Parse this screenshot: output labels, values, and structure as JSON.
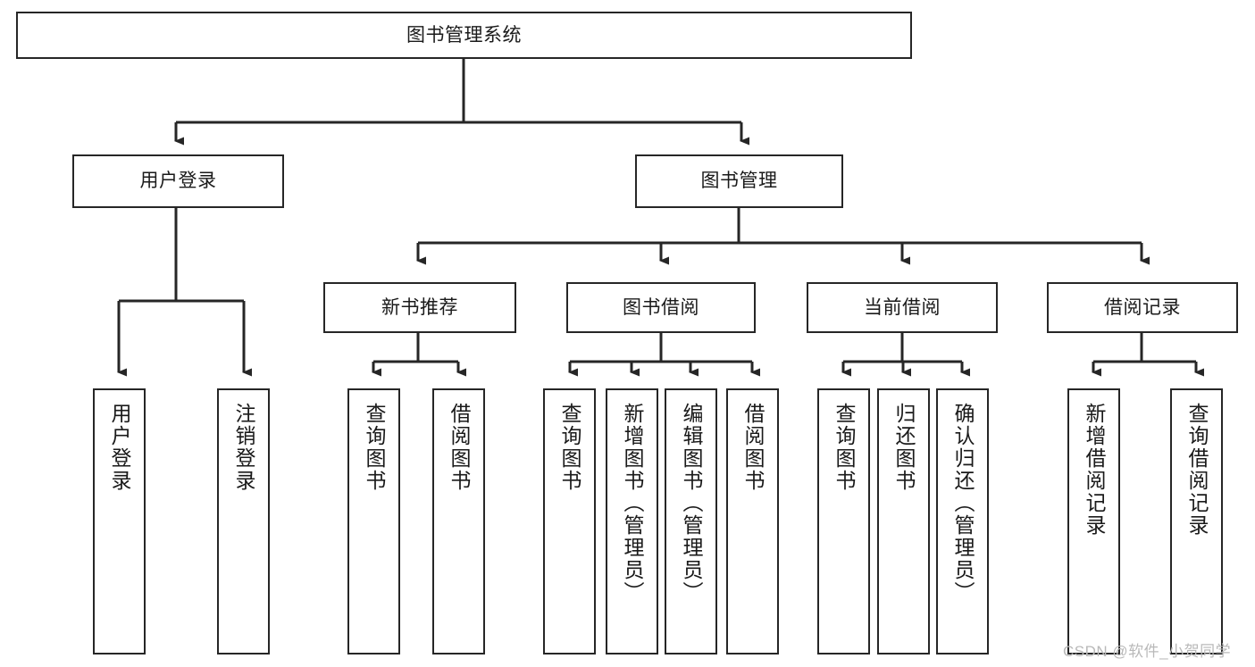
{
  "diagram": {
    "type": "hierarchy-tree",
    "title": "图书管理系统",
    "watermark": "CSDN @软件_小贺同学",
    "colors": {
      "stroke": "#262626",
      "fill": "#ffffff",
      "text": "#1a1a1a",
      "watermark": "#b9b9b9"
    },
    "nodes": {
      "root": {
        "label": "图书管理系统",
        "orientation": "horizontal"
      },
      "level1": [
        {
          "id": "user-login",
          "label": "用户登录",
          "orientation": "horizontal"
        },
        {
          "id": "book-manage",
          "label": "图书管理",
          "orientation": "horizontal"
        }
      ],
      "level2": [
        {
          "id": "new-book-rec",
          "label": "新书推荐",
          "orientation": "horizontal"
        },
        {
          "id": "book-borrow",
          "label": "图书借阅",
          "orientation": "horizontal"
        },
        {
          "id": "current-borrow",
          "label": "当前借阅",
          "orientation": "horizontal"
        },
        {
          "id": "borrow-record",
          "label": "借阅记录",
          "orientation": "horizontal"
        }
      ],
      "leaves": [
        {
          "id": "leaf-user-login",
          "label": "用户登录",
          "parent": "user-login",
          "orientation": "vertical"
        },
        {
          "id": "leaf-logout",
          "label": "注销登录",
          "parent": "user-login",
          "orientation": "vertical"
        },
        {
          "id": "leaf-query-book-1",
          "label": "查询图书",
          "parent": "new-book-rec",
          "orientation": "vertical"
        },
        {
          "id": "leaf-borrow-book-1",
          "label": "借阅图书",
          "parent": "new-book-rec",
          "orientation": "vertical"
        },
        {
          "id": "leaf-query-book-2",
          "label": "查询图书",
          "parent": "book-borrow",
          "orientation": "vertical"
        },
        {
          "id": "leaf-add-book",
          "label": "新增图书（管理员）",
          "parent": "book-borrow",
          "orientation": "vertical"
        },
        {
          "id": "leaf-edit-book",
          "label": "编辑图书（管理员）",
          "parent": "book-borrow",
          "orientation": "vertical"
        },
        {
          "id": "leaf-borrow-book-2",
          "label": "借阅图书",
          "parent": "book-borrow",
          "orientation": "vertical"
        },
        {
          "id": "leaf-query-book-3",
          "label": "查询图书",
          "parent": "current-borrow",
          "orientation": "vertical"
        },
        {
          "id": "leaf-return-book",
          "label": "归还图书",
          "parent": "current-borrow",
          "orientation": "vertical"
        },
        {
          "id": "leaf-confirm-return",
          "label": "确认归还（管理员）",
          "parent": "current-borrow",
          "orientation": "vertical"
        },
        {
          "id": "leaf-add-record",
          "label": "新增借阅记录",
          "parent": "borrow-record",
          "orientation": "vertical"
        },
        {
          "id": "leaf-query-record",
          "label": "查询借阅记录",
          "parent": "borrow-record",
          "orientation": "vertical"
        }
      ]
    }
  }
}
